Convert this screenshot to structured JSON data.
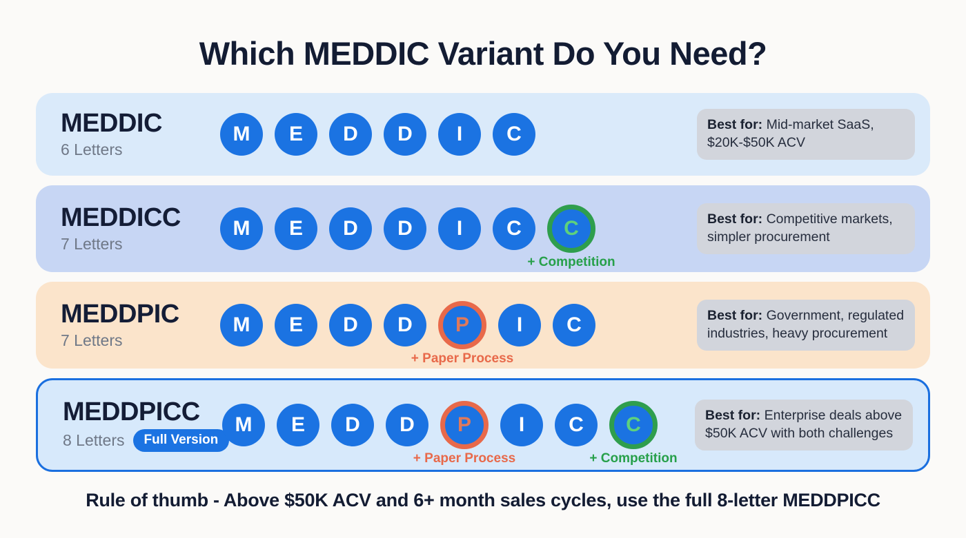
{
  "title": "Which MEDDIC Variant Do You Need?",
  "footer": "Rule of thumb - Above $50K ACV and 6+ month sales cycles, use the full 8-letter MEDDPICC",
  "colors": {
    "page_bg": "#fbfaf8",
    "heading_navy": "#131c33",
    "muted_gray": "#6f7887",
    "circle_blue": "#1b73e2",
    "green_ring": "#2f9e4d",
    "green_letter": "#5ed17d",
    "green_text": "#27a04a",
    "orange_ring": "#e8694a",
    "orange_letter": "#e0795a",
    "best_for_bg": "#d2d5dc",
    "badge_bg": "#1b73e2",
    "row_meddic_bg": "#daeafa",
    "row_meddicc_bg": "#c7d6f4",
    "row_meddpic_bg": "#fbe4cb",
    "row_meddpicc_bg": "#d7e9fb",
    "row_meddpicc_border": "#1a6fdf"
  },
  "rows": [
    {
      "name": "MEDDIC",
      "letters_label": "6 Letters",
      "badge": null,
      "bg": "#daeafa",
      "border": null,
      "letters": [
        {
          "ch": "M"
        },
        {
          "ch": "E"
        },
        {
          "ch": "D"
        },
        {
          "ch": "D"
        },
        {
          "ch": "I"
        },
        {
          "ch": "C"
        }
      ],
      "best_for_label": "Best for:",
      "best_for_text": "Mid-market SaaS, $20K-$50K ACV"
    },
    {
      "name": "MEDDICC",
      "letters_label": "7 Letters",
      "badge": null,
      "bg": "#c7d6f4",
      "border": null,
      "letters": [
        {
          "ch": "M"
        },
        {
          "ch": "E"
        },
        {
          "ch": "D"
        },
        {
          "ch": "D"
        },
        {
          "ch": "I"
        },
        {
          "ch": "C"
        },
        {
          "ch": "C",
          "highlight": "green",
          "annotation": "+ Competition"
        }
      ],
      "best_for_label": "Best for:",
      "best_for_text": "Competitive markets, simpler procurement"
    },
    {
      "name": "MEDDPIC",
      "letters_label": "7 Letters",
      "badge": null,
      "bg": "#fbe4cb",
      "border": null,
      "letters": [
        {
          "ch": "M"
        },
        {
          "ch": "E"
        },
        {
          "ch": "D"
        },
        {
          "ch": "D"
        },
        {
          "ch": "P",
          "highlight": "orange",
          "annotation": "+ Paper Process"
        },
        {
          "ch": "I"
        },
        {
          "ch": "C"
        }
      ],
      "best_for_label": "Best for:",
      "best_for_text": "Government, regulated industries, heavy procurement"
    },
    {
      "name": "MEDDPICC",
      "letters_label": "8 Letters",
      "badge": "Full Version",
      "bg": "#d7e9fb",
      "border": "#1a6fdf",
      "letters": [
        {
          "ch": "M"
        },
        {
          "ch": "E"
        },
        {
          "ch": "D"
        },
        {
          "ch": "D"
        },
        {
          "ch": "P",
          "highlight": "orange",
          "annotation": "+ Paper Process"
        },
        {
          "ch": "I"
        },
        {
          "ch": "C"
        },
        {
          "ch": "C",
          "highlight": "green",
          "annotation": "+ Competition"
        }
      ],
      "best_for_label": "Best for:",
      "best_for_text": "Enterprise deals above $50K ACV with both challenges"
    }
  ]
}
